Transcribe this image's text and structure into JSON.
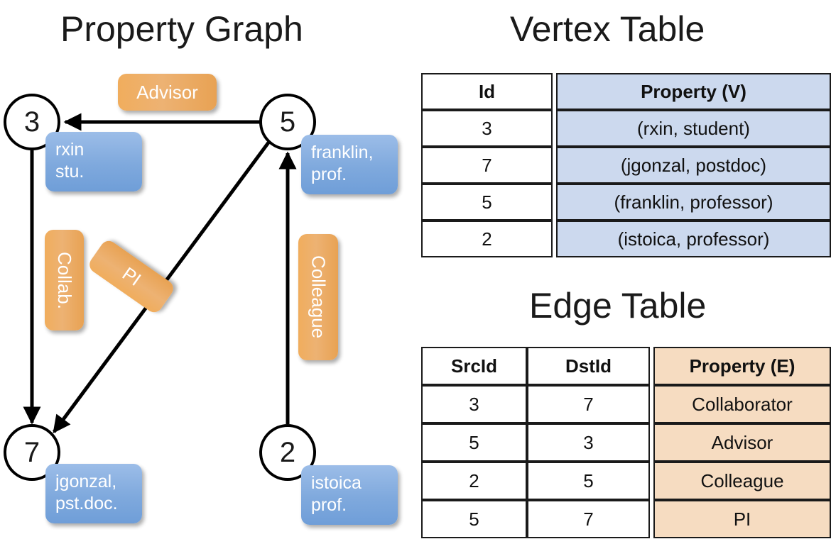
{
  "titles": {
    "property_graph": "Property Graph",
    "vertex_table": "Vertex Table",
    "edge_table": "Edge Table"
  },
  "graph": {
    "nodes": [
      {
        "id": "3",
        "label": "3",
        "property_lines": [
          "rxin",
          "stu."
        ]
      },
      {
        "id": "5",
        "label": "5",
        "property_lines": [
          "franklin,",
          "prof."
        ]
      },
      {
        "id": "7",
        "label": "7",
        "property_lines": [
          "jgonzal,",
          "pst.doc."
        ]
      },
      {
        "id": "2",
        "label": "2",
        "property_lines": [
          "istoica",
          "prof."
        ]
      }
    ],
    "vertex_properties": {
      "rxin_line1": "rxin",
      "rxin_line2": "stu.",
      "franklin_line1": "franklin,",
      "franklin_line2": "prof.",
      "jgonzal_line1": "jgonzal,",
      "jgonzal_line2": "pst.doc.",
      "istoica_line1": "istoica",
      "istoica_line2": "prof."
    },
    "edge_labels": {
      "advisor": "Advisor",
      "collab": "Collab.",
      "pi": "PI",
      "colleague": "Colleague"
    },
    "edges": [
      {
        "from": "5",
        "to": "3",
        "label": "Advisor"
      },
      {
        "from": "3",
        "to": "7",
        "label": "Collab."
      },
      {
        "from": "5",
        "to": "7",
        "label": "PI"
      },
      {
        "from": "2",
        "to": "5",
        "label": "Colleague"
      }
    ]
  },
  "vertex_table": {
    "columns": [
      "Id",
      "Property (V)"
    ],
    "rows": [
      {
        "id": "3",
        "property": "(rxin, student)"
      },
      {
        "id": "7",
        "property": "(jgonzal, postdoc)"
      },
      {
        "id": "5",
        "property": "(franklin, professor)"
      },
      {
        "id": "2",
        "property": "(istoica, professor)"
      }
    ]
  },
  "edge_table": {
    "columns": [
      "SrcId",
      "DstId",
      "Property (E)"
    ],
    "rows": [
      {
        "src": "3",
        "dst": "7",
        "property": "Collaborator"
      },
      {
        "src": "5",
        "dst": "3",
        "property": "Advisor"
      },
      {
        "src": "2",
        "dst": "5",
        "property": "Colleague"
      },
      {
        "src": "5",
        "dst": "7",
        "property": "PI"
      }
    ]
  },
  "colors": {
    "vertex_header_fill": "#ccd9ee",
    "edge_header_fill": "#f6dcc1",
    "vertex_badge": "#7fa9dd",
    "edge_badge": "#edab5e",
    "stroke": "#1a1a1a"
  }
}
